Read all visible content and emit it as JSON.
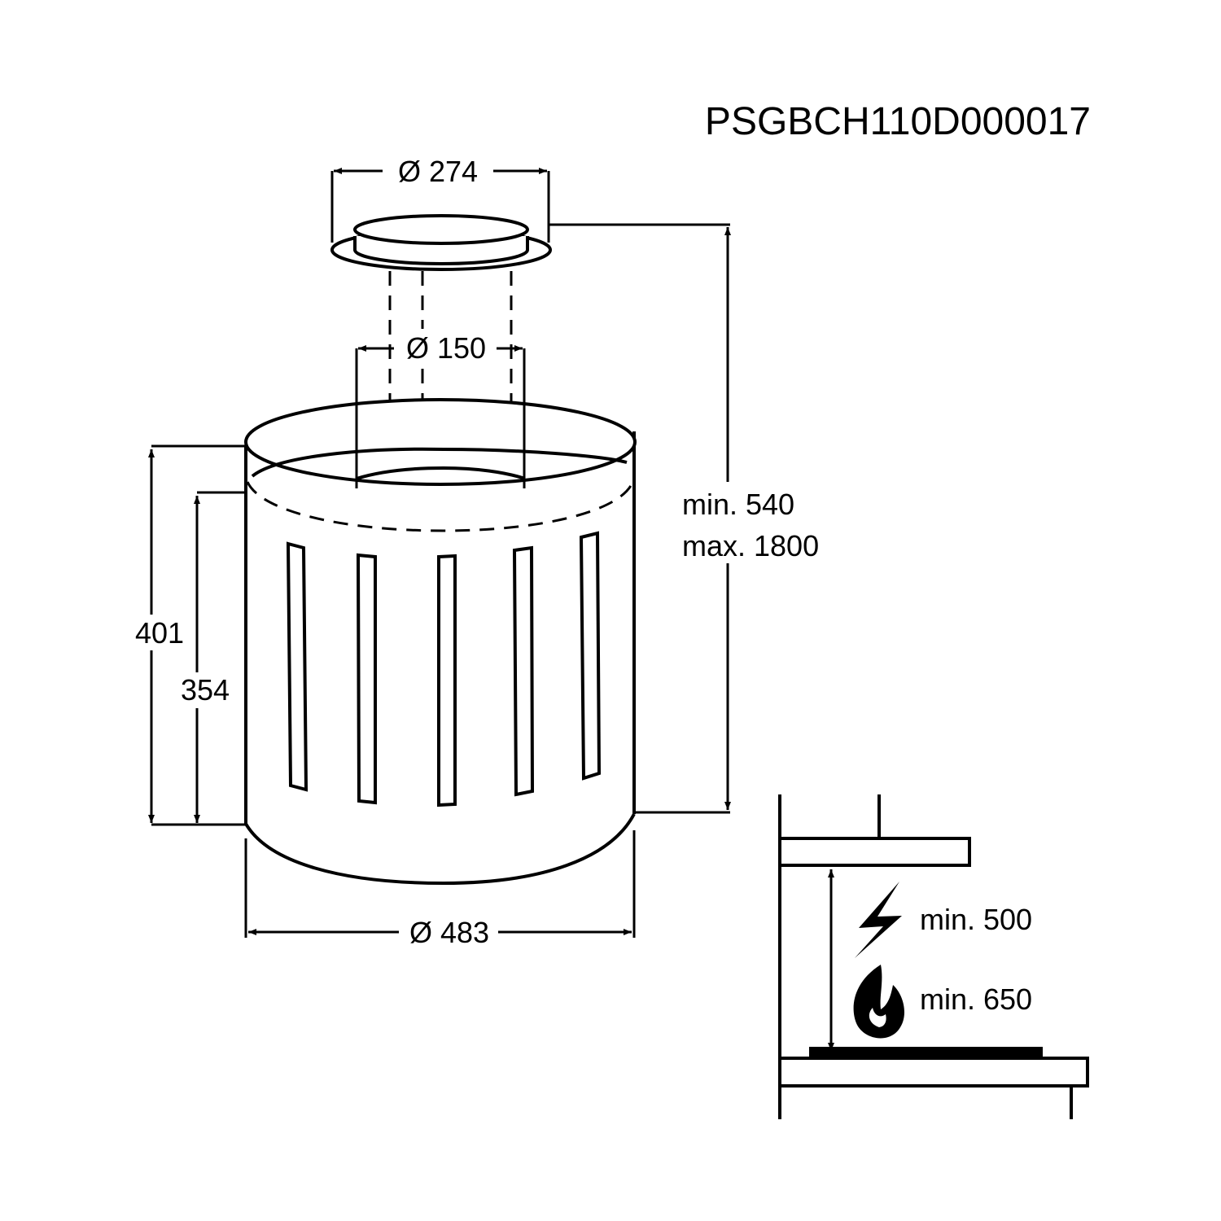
{
  "model_code": "PSGBCH110D000017",
  "dimensions": {
    "duct_flange_diameter": "Ø 274",
    "duct_diameter": "Ø 150",
    "hood_height_total": "401",
    "hood_height_body": "354",
    "hood_diameter": "Ø 483",
    "install_height_min": "min. 540",
    "install_height_max": "max. 1800"
  },
  "clearances": {
    "electric_hob_min": "min. 500",
    "gas_hob_min": "min. 650"
  },
  "icons": {
    "electric": "lightning-icon",
    "gas": "flame-icon"
  },
  "colors": {
    "ink": "#000000",
    "background": "#ffffff"
  }
}
